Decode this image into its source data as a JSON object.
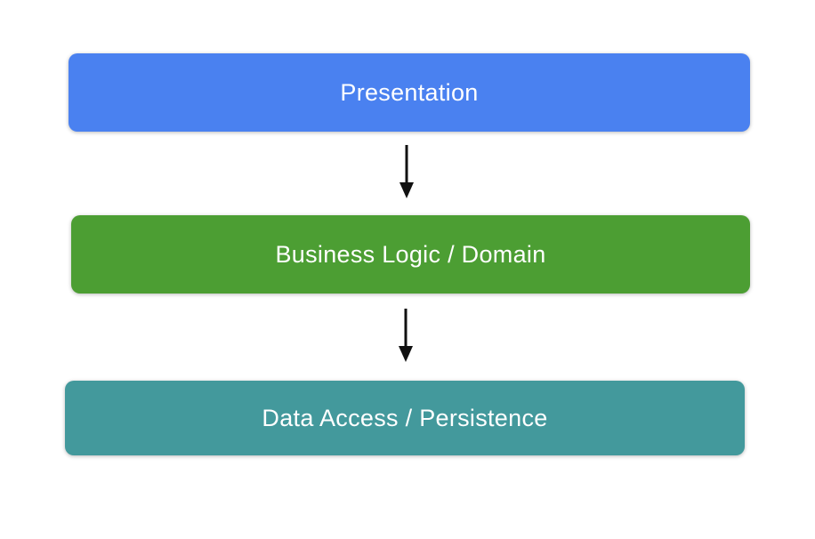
{
  "diagram": {
    "layers": [
      {
        "label": "Presentation",
        "color": "#4a81f0"
      },
      {
        "label": "Business Logic / Domain",
        "color": "#4c9e33"
      },
      {
        "label": "Data Access / Persistence",
        "color": "#43999c"
      }
    ],
    "arrow": {
      "color": "#111111",
      "direction": "down"
    },
    "text_color": "#ffffff",
    "background_color": "#ffffff"
  }
}
